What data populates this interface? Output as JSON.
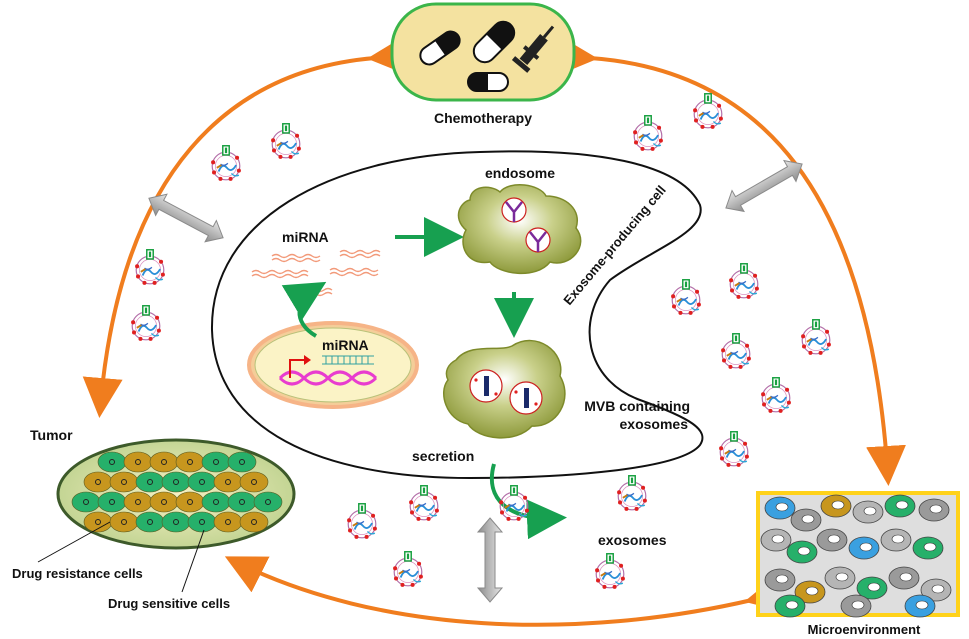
{
  "labels": {
    "chemotherapy": "Chemotherapy",
    "tumor": "Tumor",
    "microenvironment": "Microenvironment",
    "endosome": "endosome",
    "exosome_producing_cell": "Exosome-producing cell",
    "mirna_top": "miRNA",
    "mirna_nucleus": "miRNA",
    "mvb_line1": "MVB containing",
    "mvb_line2": "exosomes",
    "secretion": "secretion",
    "exosomes": "exosomes",
    "drug_resistance_cells": "Drug resistance cells",
    "drug_sensitive_cells": "Drug sensitive cells"
  },
  "colors": {
    "flow_arrow": "#f07d1e",
    "transfer_arrow": "#17a050",
    "exchange_arrow": "#9a9a9a",
    "vesicle_body": "#a4ad55",
    "drug_resistance_cell": "#c7961e",
    "drug_sensitive_cell": "#26b06a",
    "chemo_box": "#f4e2a0",
    "mirna_strand": "#f29a7a",
    "dna_helix": "#e83ccf"
  },
  "icons": [
    "capsule-icon",
    "syringe-icon",
    "exosome-icon",
    "dna-icon",
    "receptor-icon"
  ]
}
